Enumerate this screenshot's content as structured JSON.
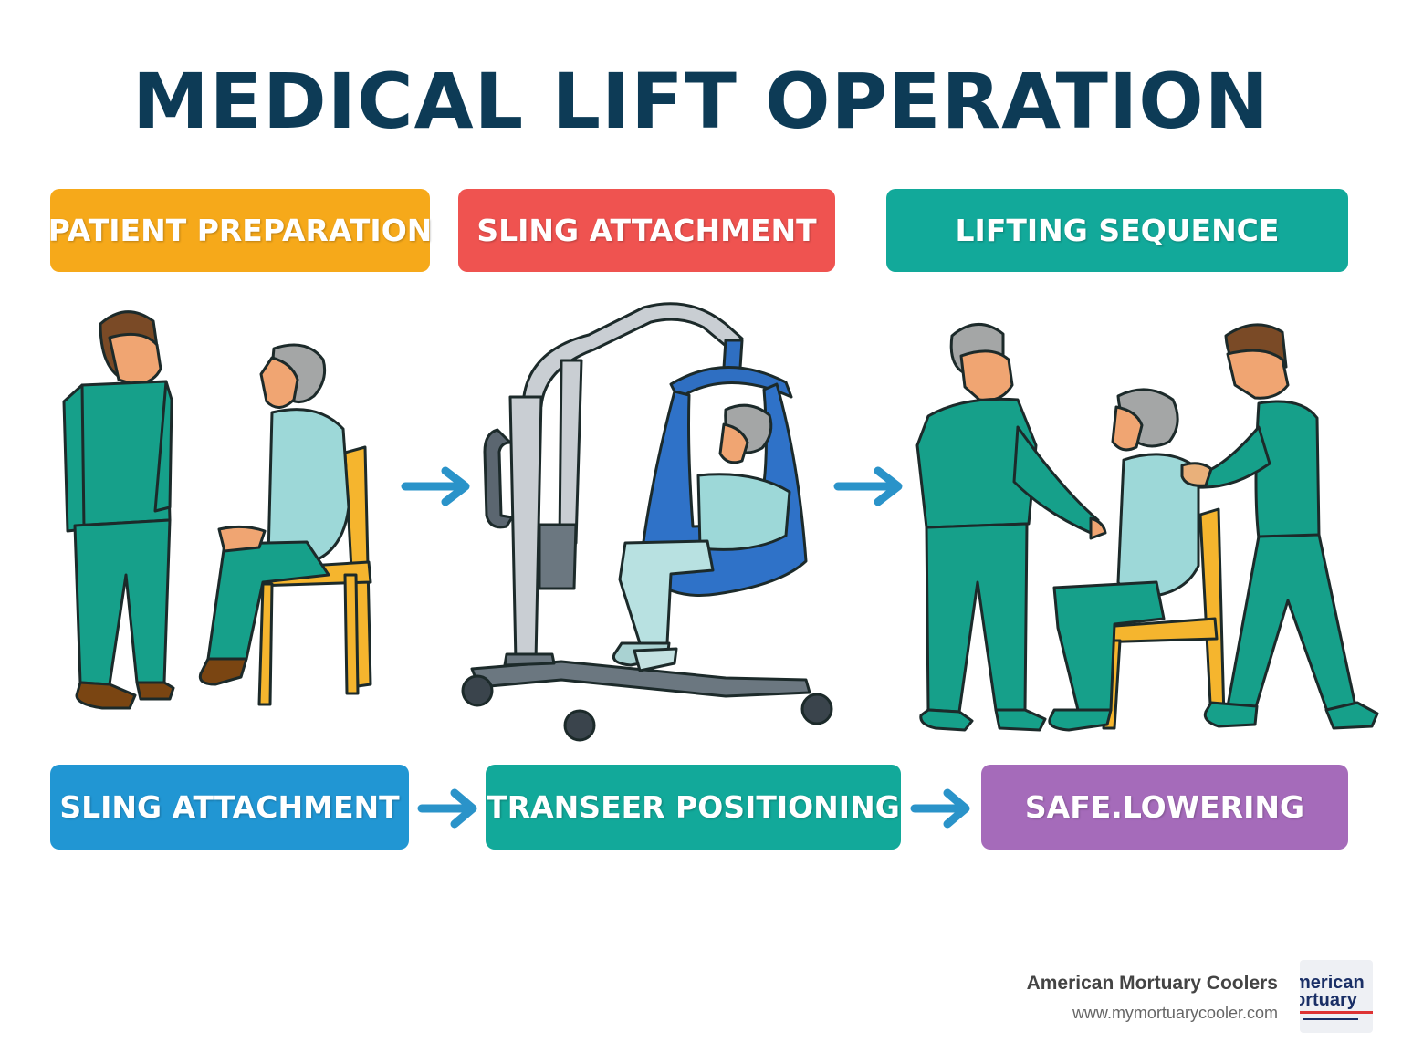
{
  "title": "MEDICAL LIFT OPERATION",
  "top_steps": [
    {
      "label": "PATIENT PREPARATION",
      "color": "#f6a91a"
    },
    {
      "label": "SLING ATTACHMENT",
      "color": "#ef5350"
    },
    {
      "label": "LIFTING SEQUENCE",
      "color": "#12a99a"
    }
  ],
  "bottom_steps": [
    {
      "label": "SLING ATTACHMENT",
      "color": "#2196d3"
    },
    {
      "label": "TRANSEER POSITIONING",
      "color": "#12a99a"
    },
    {
      "label": "SAFE.LOWERING",
      "color": "#a56bba"
    }
  ],
  "arrow_color": "#2a93c9",
  "illustrations": [
    {
      "icon": "patient-preparation-illustration"
    },
    {
      "icon": "patient-lift-with-sling-illustration"
    },
    {
      "icon": "lifting-sequence-illustration"
    }
  ],
  "brand": {
    "name": "American Mortuary Coolers",
    "url": "www.mymortuarycooler.com",
    "logo_text": [
      "merican",
      "ortuary"
    ]
  }
}
